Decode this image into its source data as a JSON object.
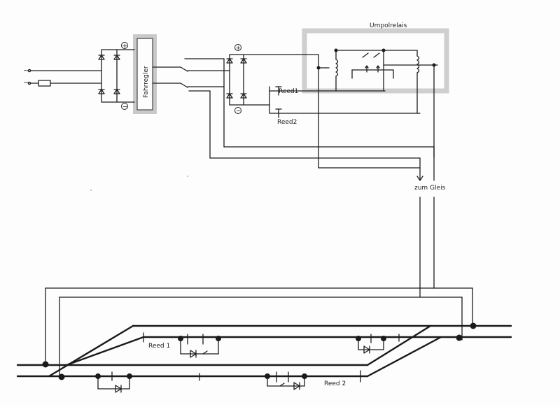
{
  "labels": {
    "fahrregler": "Fahrregler",
    "umpolrelais": "Umpolrelais",
    "reed1_relay": "Reed1",
    "reed2_relay": "Reed2",
    "zwischen": "zum Gleis",
    "plus_top": "+",
    "minus_bot": "−",
    "plus_right": "+",
    "minus_right": "−",
    "tilde_a": "~",
    "tilde_b": "~",
    "track_reed1": "Reed 1",
    "track_reed2": "Reed 2"
  },
  "colors": {
    "ink": "#1c1c1c",
    "highlight": "#c8c8c8",
    "paper": "#fdfdfd"
  }
}
